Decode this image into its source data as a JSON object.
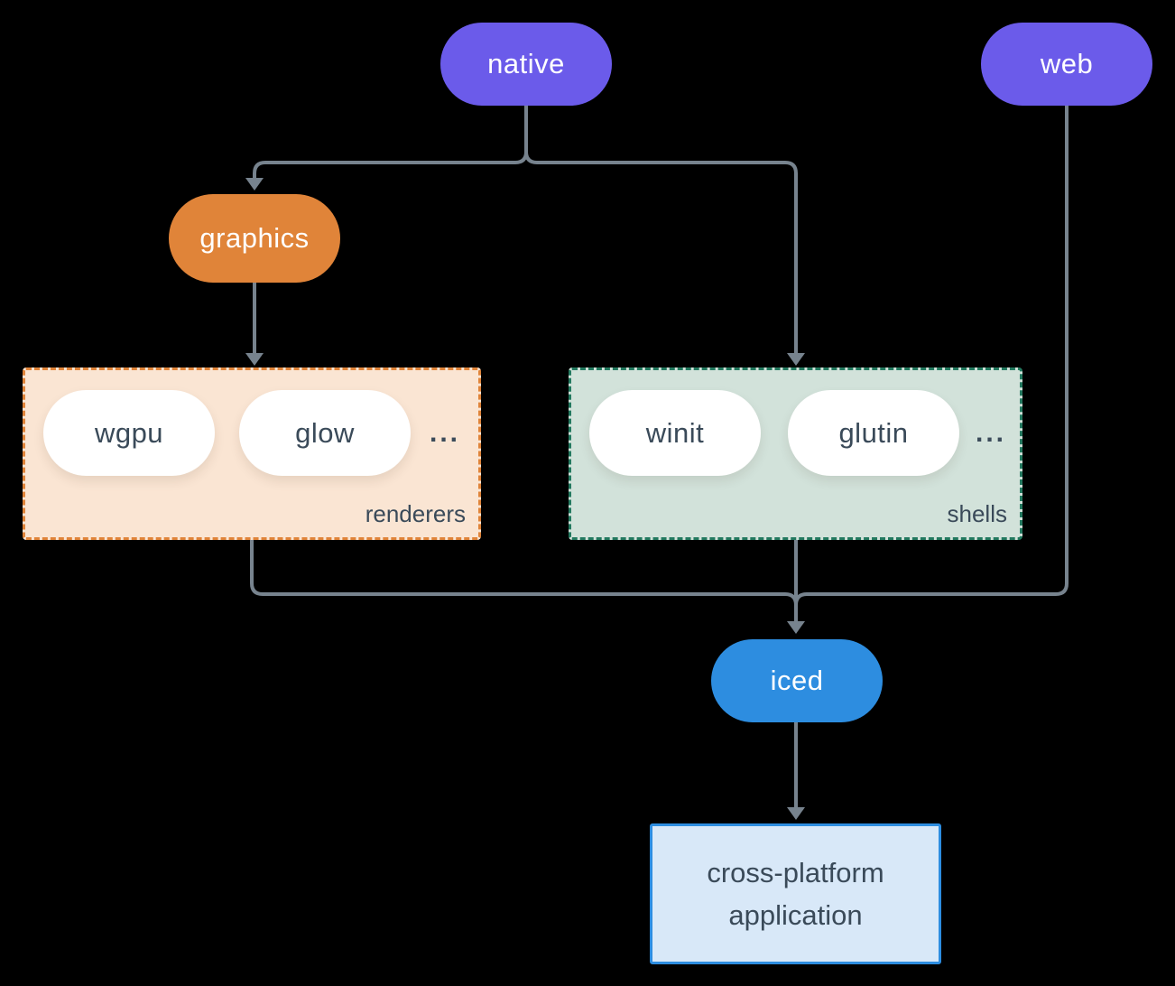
{
  "colors": {
    "background": "#000000",
    "connector": "#77838E",
    "purple": "#6B5BEA",
    "orange": "#E08439",
    "blue": "#2D8DE0",
    "white_pill": "#FFFFFF",
    "dark_text": "#3A4A59",
    "renderers_bg": "#FAE5D3",
    "renderers_border": "#E08439",
    "shells_bg": "#D2E2DA",
    "shells_border": "#23795F",
    "app_bg": "#D8E8F8",
    "app_border": "#2D8DE0"
  },
  "nodes": {
    "native": "native",
    "web": "web",
    "graphics": "graphics",
    "iced": "iced"
  },
  "renderers_group": {
    "label": "renderers",
    "items": [
      "wgpu",
      "glow"
    ],
    "ellipsis": "..."
  },
  "shells_group": {
    "label": "shells",
    "items": [
      "winit",
      "glutin"
    ],
    "ellipsis": "..."
  },
  "application": {
    "line1": "cross-platform",
    "line2": "application"
  }
}
